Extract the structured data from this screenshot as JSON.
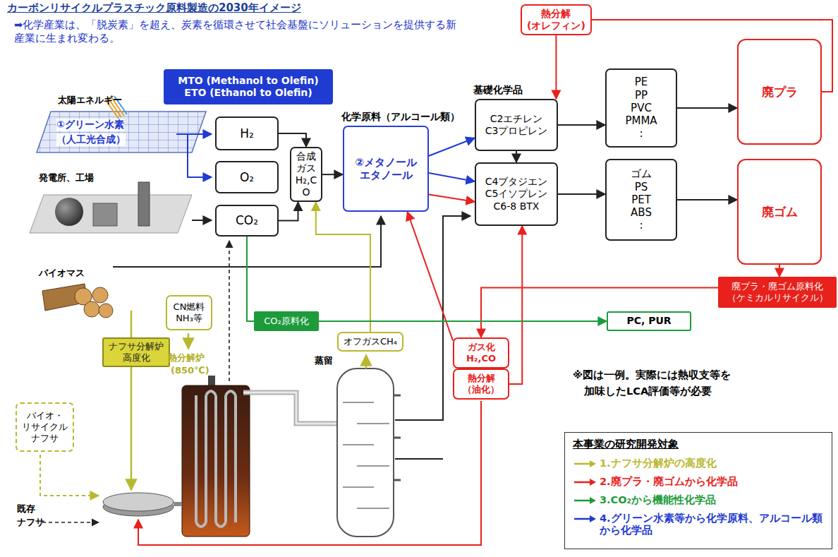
{
  "diagram": {
    "title": "カーボンリサイクルプラスチック原料製造の2030年イメージ",
    "nodes": [
      {
        "text": [
          "熱分解",
          "(オレフィン)"
        ]
      },
      {
        "text": [
          "MTO (Methanol to Olefin)",
          "ETO (Ethanol to Olefin)"
        ]
      },
      {
        "text": [
          "H₂"
        ]
      },
      {
        "text": [
          "O₂"
        ]
      },
      {
        "text": [
          "CO₂"
        ]
      },
      {
        "text": [
          "合成ガス",
          "H₂,CO"
        ]
      },
      {
        "text": [
          "化学原料（アルコール類）",
          "②メタノール",
          "エタノール"
        ]
      },
      {
        "text": [
          "基礎化学品",
          "C2エチレン",
          "C3プロピレン"
        ]
      },
      {
        "text": [
          "C4ブタジエン",
          "C5イソプレン",
          "C6-8 BTX"
        ]
      },
      {
        "text": [
          "PE",
          "PP",
          "PVC",
          "PMMA",
          ":"
        ]
      },
      {
        "text": [
          "ゴム",
          "PS",
          "PET",
          "ABS",
          ":"
        ]
      },
      {
        "text": [
          "廃プラ"
        ]
      },
      {
        "text": [
          "廃ゴム"
        ]
      },
      {
        "text": [
          "廃プラ・廃ゴム原料化",
          "（ケミカルリサイクル）"
        ]
      },
      {
        "text": [
          "CN燃料",
          "NH₃等"
        ]
      },
      {
        "text": [
          "ナフサ分解炉",
          "高度化"
        ]
      },
      {
        "text": [
          "CO₂原料化"
        ]
      },
      {
        "text": [
          "PC, PUR"
        ]
      },
      {
        "text": [
          "オフガスCH₄"
        ]
      },
      {
        "text": [
          "ガス化",
          "H₂,CO"
        ]
      },
      {
        "text": [
          "熱分解",
          "（油化）"
        ]
      },
      {
        "text": [
          "バイオ・",
          "リサイクル",
          "ナフサ"
        ]
      }
    ],
    "edges": [
      {
        "from": 2,
        "to": 5,
        "arrow": "to"
      },
      {
        "from": 4,
        "to": 5,
        "arrow": "to"
      },
      {
        "from": 5,
        "to": 6,
        "arrow": "to"
      },
      {
        "from": 6,
        "to": 7,
        "arrow": "to"
      },
      {
        "from": 6,
        "to": 8,
        "arrow": "to"
      },
      {
        "from": 6,
        "to": 8,
        "arrow": "to"
      },
      {
        "from": 7,
        "to": 8,
        "arrow": "to"
      },
      {
        "from": 7,
        "to": 9,
        "arrow": "to"
      },
      {
        "from": 8,
        "to": 10,
        "arrow": "to"
      },
      {
        "from": 9,
        "to": 11,
        "arrow": "to"
      },
      {
        "from": 10,
        "to": 12,
        "arrow": "to"
      },
      {
        "from": 11,
        "to": 0,
        "arrow": "none"
      },
      {
        "from": 0,
        "to": 7,
        "arrow": "to"
      },
      {
        "from": 12,
        "to": 13,
        "arrow": "to"
      },
      {
        "from": 13,
        "to": 19,
        "arrow": "to"
      },
      {
        "from": 19,
        "to": 6,
        "arrow": "to"
      },
      {
        "from": 20,
        "to": 8,
        "arrow": "to"
      },
      {
        "from": 18,
        "to": 5,
        "arrow": "to"
      },
      {
        "from": 4,
        "to": 16,
        "arrow": "none"
      },
      {
        "from": 16,
        "to": 17,
        "arrow": "to"
      }
    ],
    "labels": [
      "➡化学産業は、「脱炭素」を超え、炭素を循環させて社会基盤にソリューションを提供する新産業に生まれ変わる。",
      "太陽エネルギー",
      "①グリーン水素",
      "（人工光合成）",
      "発電所、工場",
      "バイオマス",
      "熱分解炉",
      "(850℃)",
      "蒸留",
      "既存",
      "ナフサ",
      "※図は一例。実際には熱収支等を",
      "加味したLCA評価等が必要",
      "本事業の研究開発対象"
    ],
    "legend": [
      {
        "text": "1.ナフサ分解炉の高度化",
        "color": "#b8b82e"
      },
      {
        "text": "2.廃プラ・廃ゴムから化学品",
        "color": "#e8211c"
      },
      {
        "text": "3.CO₂から機能性化学品",
        "color": "#1d9b3b"
      },
      {
        "text": "4.グリーン水素等から化学原料、アルコール類から化学品",
        "color": "#1f3bd1"
      }
    ]
  }
}
